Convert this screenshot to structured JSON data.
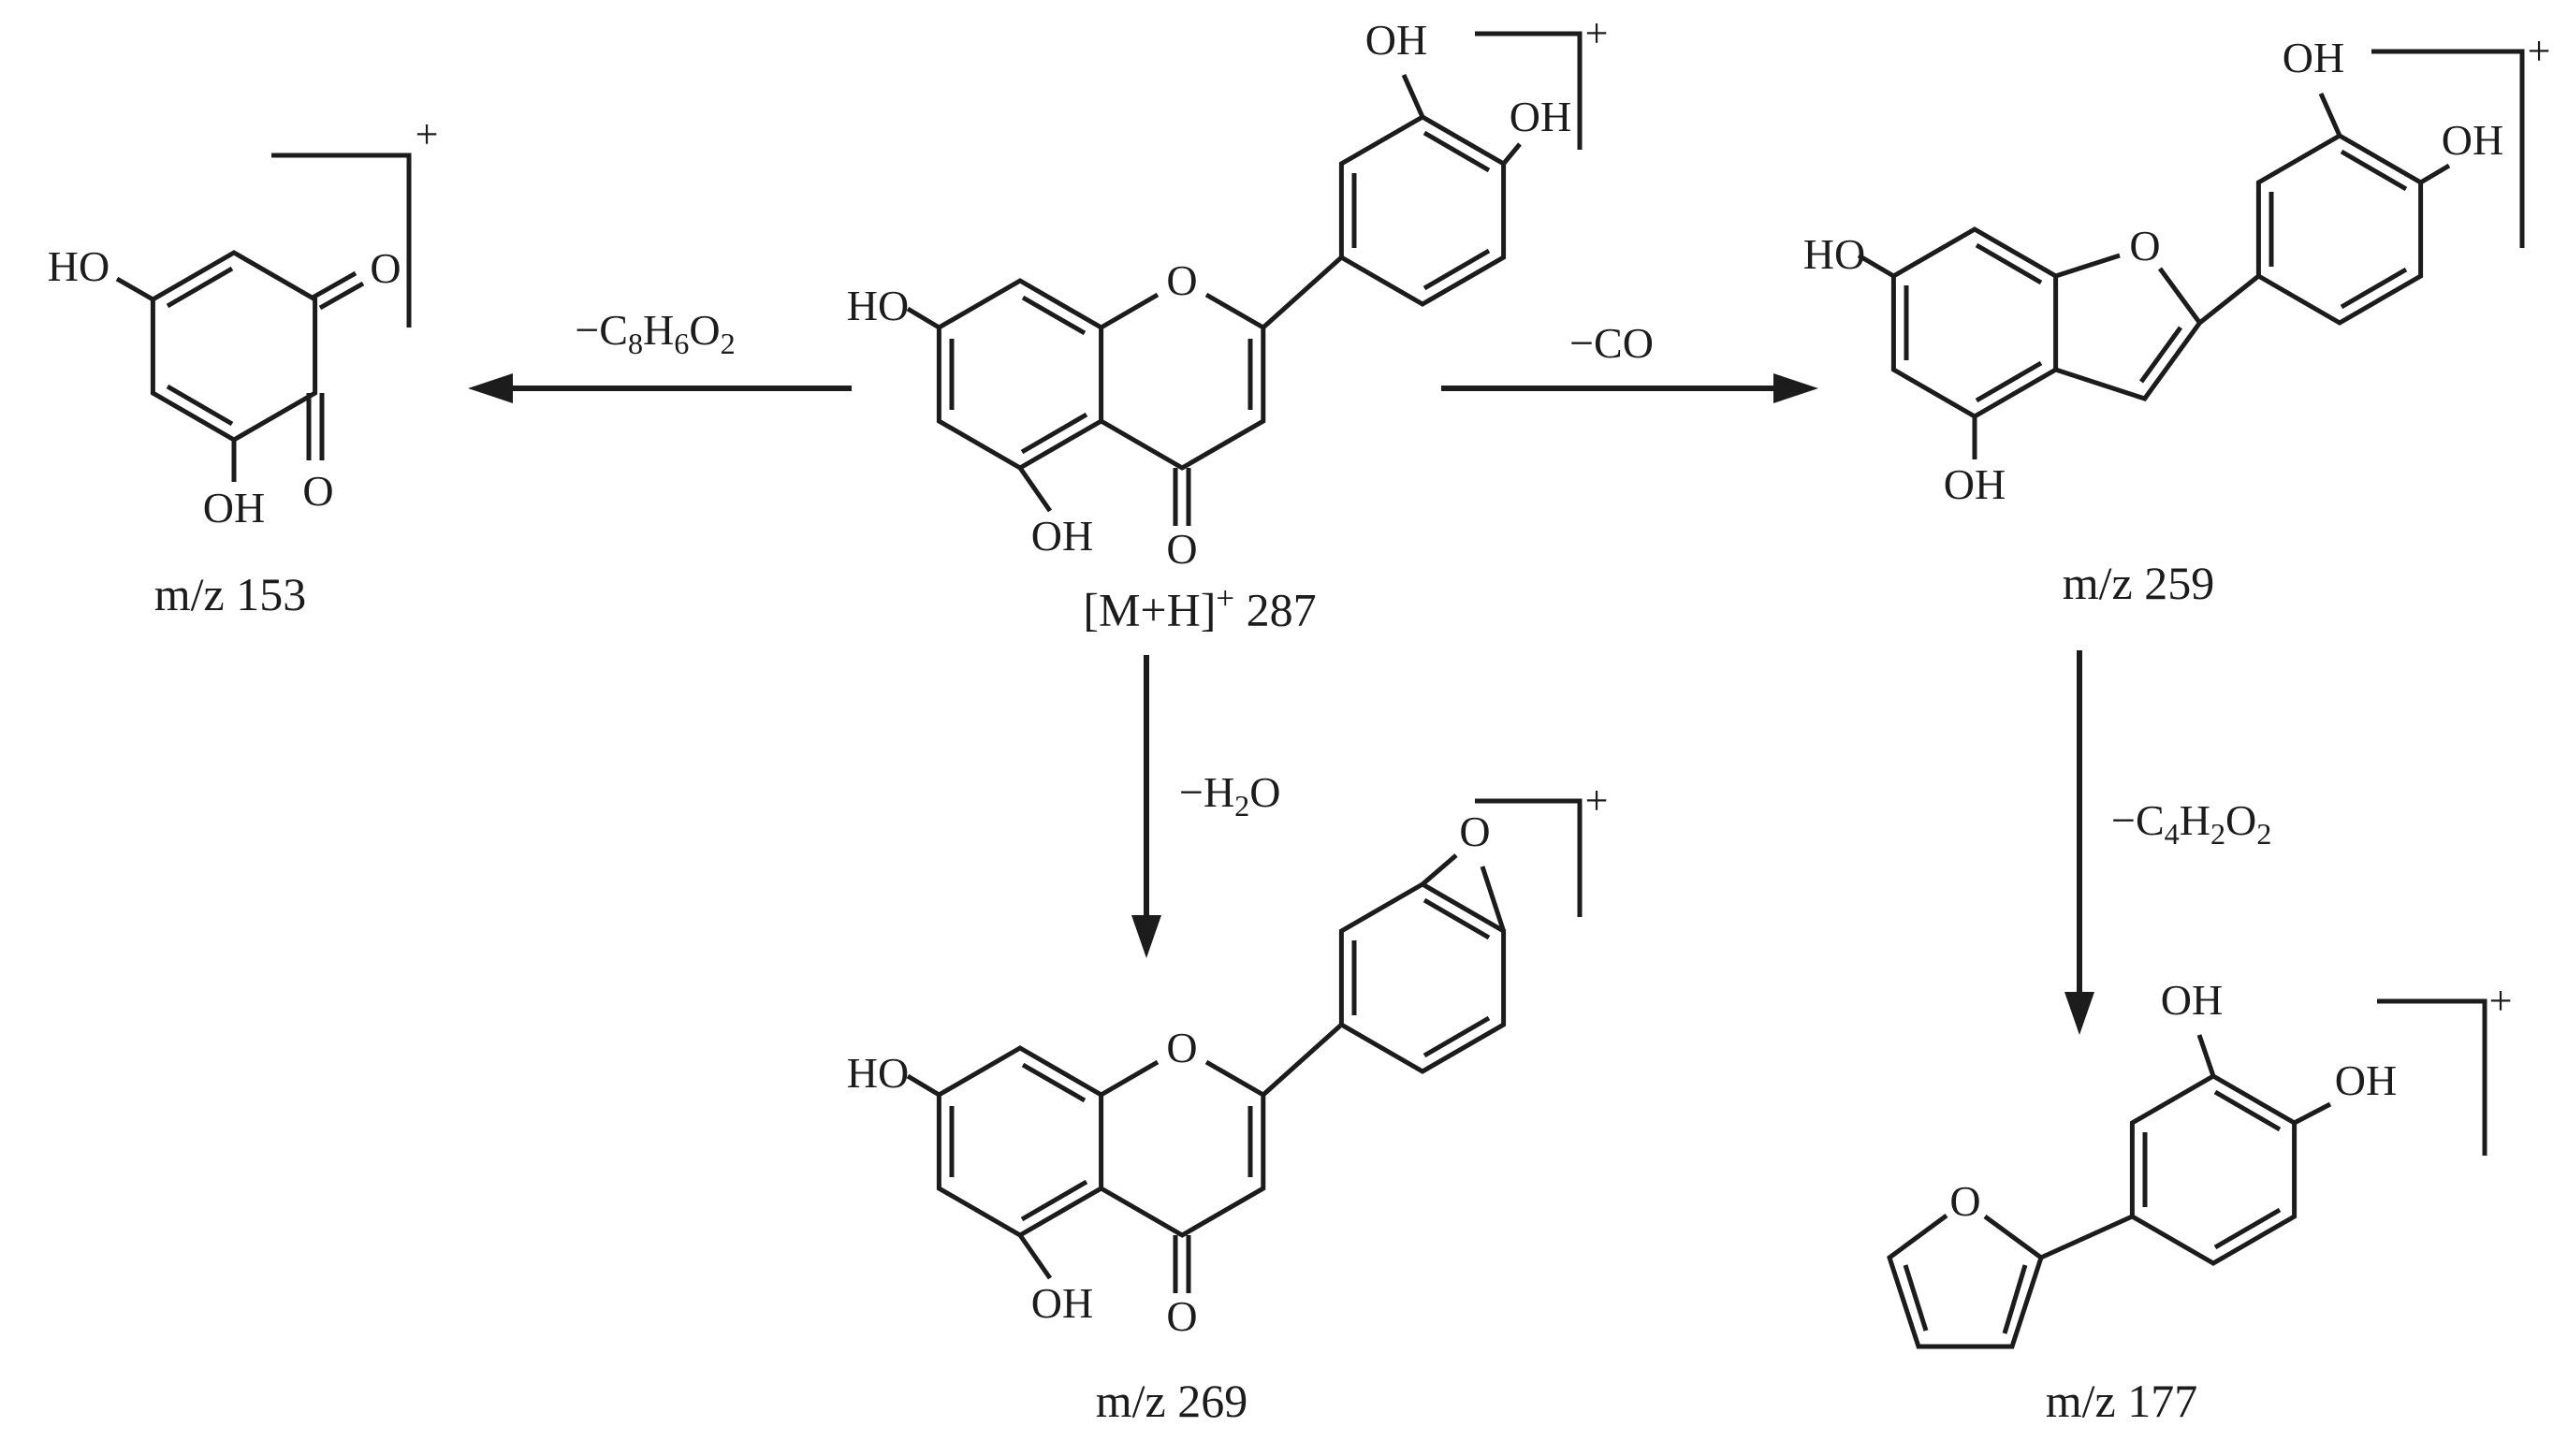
{
  "atoms": {
    "ho": "HO",
    "oh": "OH",
    "o": "O",
    "plus": "+"
  },
  "molecules": {
    "parent": {
      "label_base": "[M+H]",
      "label_sup": "+",
      "label_num": " 287"
    },
    "frag153": {
      "label": "m/z 153"
    },
    "frag259": {
      "label": "m/z 259"
    },
    "frag269": {
      "label": "m/z 269"
    },
    "frag177": {
      "label": "m/z 177"
    }
  },
  "losses": {
    "left": {
      "p1": "−C",
      "s1": "8",
      "p2": "H",
      "s2": "6",
      "p3": "O",
      "s3": "2"
    },
    "right": {
      "p1": "−CO"
    },
    "center_down": {
      "p1": "−H",
      "s1": "2",
      "p2": "O"
    },
    "right_down": {
      "p1": "−C",
      "s1": "4",
      "p2": "H",
      "s2": "2",
      "p3": "O",
      "s3": "2"
    }
  },
  "transitions": [
    {
      "from": "[M+H]+ 287",
      "loss": "C8H6O2",
      "to": "m/z 153",
      "direction": "left"
    },
    {
      "from": "[M+H]+ 287",
      "loss": "CO",
      "to": "m/z 259",
      "direction": "right"
    },
    {
      "from": "[M+H]+ 287",
      "loss": "H2O",
      "to": "m/z 269",
      "direction": "down"
    },
    {
      "from": "m/z 259",
      "loss": "C4H2O2",
      "to": "m/z 177",
      "direction": "down"
    }
  ],
  "colors": {
    "ink": "#1c1c1c",
    "background": "#ffffff"
  }
}
